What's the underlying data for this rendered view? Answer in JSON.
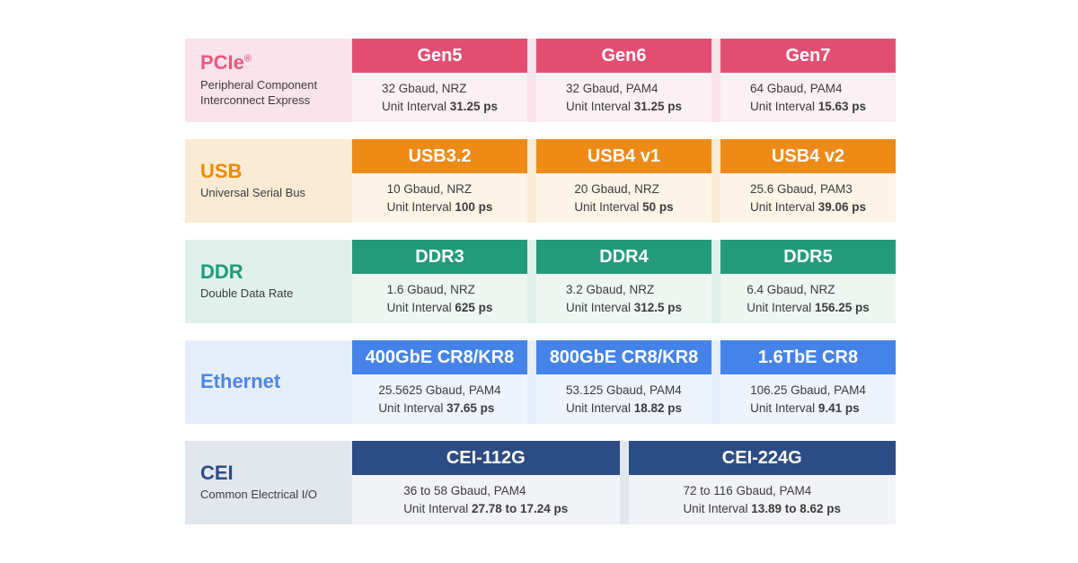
{
  "rows": [
    {
      "title": "PCIe",
      "title_sup": "®",
      "subtitle": "Peripheral Component Interconnect Express",
      "colors": {
        "header": "#E24E71",
        "band": "#FAE3EA",
        "body": "#FBF0F3",
        "title": "#E8597F"
      },
      "cells": [
        {
          "name": "Gen5",
          "spec": "32 Gbaud, NRZ",
          "ui_label": "Unit Interval",
          "ui_value": "31.25 ps"
        },
        {
          "name": "Gen6",
          "spec": "32 Gbaud, PAM4",
          "ui_label": "Unit Interval",
          "ui_value": "31.25 ps"
        },
        {
          "name": "Gen7",
          "spec": "64 Gbaud, PAM4",
          "ui_label": "Unit Interval",
          "ui_value": "15.63 ps"
        }
      ]
    },
    {
      "title": "USB",
      "subtitle": "Universal Serial Bus",
      "colors": {
        "header": "#EE8A16",
        "band": "#FBEBD4",
        "body": "#FCF5E7",
        "title": "#EE8A00"
      },
      "cells": [
        {
          "name": "USB3.2",
          "spec": "10 Gbaud, NRZ",
          "ui_label": "Unit Interval",
          "ui_value": "100 ps"
        },
        {
          "name": "USB4 v1",
          "spec": "20 Gbaud, NRZ",
          "ui_label": "Unit Interval",
          "ui_value": "50 ps"
        },
        {
          "name": "USB4 v2",
          "spec": "25.6 Gbaud, PAM3",
          "ui_label": "Unit Interval",
          "ui_value": "39.06 ps"
        }
      ]
    },
    {
      "title": "DDR",
      "subtitle": "Double Data Rate",
      "colors": {
        "header": "#239A79",
        "band": "#E0F0EA",
        "body": "#EEF6F2",
        "title": "#1E9B77"
      },
      "cells": [
        {
          "name": "DDR3",
          "spec": "1.6 Gbaud, NRZ",
          "ui_label": "Unit Interval",
          "ui_value": "625 ps"
        },
        {
          "name": "DDR4",
          "spec": "3.2 Gbaud, NRZ",
          "ui_label": "Unit Interval",
          "ui_value": "312.5 ps"
        },
        {
          "name": "DDR5",
          "spec": "6.4 Gbaud, NRZ",
          "ui_label": "Unit Interval",
          "ui_value": "156.25 ps"
        }
      ]
    },
    {
      "title": "Ethernet",
      "colors": {
        "header": "#4583E8",
        "band": "#E7EEFB",
        "body": "#EFF4FC",
        "title": "#4C86E8"
      },
      "cells": [
        {
          "name": "400GbE CR8/KR8",
          "spec": "25.5625 Gbaud, PAM4",
          "ui_label": "Unit Interval",
          "ui_value": "37.65 ps"
        },
        {
          "name": "800GbE CR8/KR8",
          "spec": "53.125 Gbaud, PAM4",
          "ui_label": "Unit Interval",
          "ui_value": "18.82 ps"
        },
        {
          "name": "1.6TbE CR8",
          "spec": "106.25 Gbaud, PAM4",
          "ui_label": "Unit Interval",
          "ui_value": "9.41 ps"
        }
      ]
    },
    {
      "title": "CEI",
      "subtitle": "Common Electrical I/O",
      "colors": {
        "header": "#2B4C85",
        "band": "#E2E7EE",
        "body": "#F1F3F6",
        "title": "#2B4C85"
      },
      "cells": [
        {
          "name": "CEI-112G",
          "spec": "36 to 58 Gbaud, PAM4",
          "ui_label": "Unit Interval",
          "ui_value": "27.78 to 17.24 ps"
        },
        {
          "name": "CEI-224G",
          "spec": "72 to 116 Gbaud, PAM4",
          "ui_label": "Unit Interval",
          "ui_value": "13.89 to 8.62 ps"
        }
      ]
    }
  ]
}
